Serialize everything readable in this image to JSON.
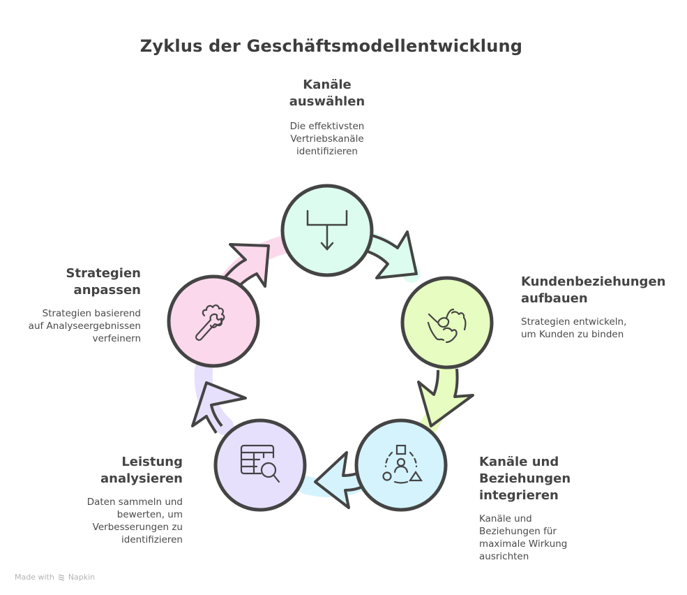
{
  "title": "Zyklus der Geschäftsmodellentwicklung",
  "colors": {
    "stroke": "#444444",
    "mint": "#dcfcef",
    "lime": "#e6fcc0",
    "sky": "#d4f3fd",
    "lavender": "#e6e0fc",
    "pink": "#fcd8ec"
  },
  "steps": [
    {
      "id": "kanaele-auswaehlen",
      "title_lines": [
        "Kanäle",
        "auswählen"
      ],
      "desc_lines": [
        "Die effektivsten",
        "Vertriebskanäle",
        "identifizieren"
      ],
      "icon": "funnel-down-icon",
      "color": "#dcfcef"
    },
    {
      "id": "kundenbeziehungen-aufbauen",
      "title_lines": [
        "Kundenbeziehungen",
        "aufbauen"
      ],
      "desc_lines": [
        "Strategien entwickeln,",
        "um Kunden zu binden"
      ],
      "icon": "fist-bump-icon",
      "color": "#e6fcc0"
    },
    {
      "id": "kanaele-beziehungen-integrieren",
      "title_lines": [
        "Kanäle und",
        "Beziehungen",
        "integrieren"
      ],
      "desc_lines": [
        "Kanäle und",
        "Beziehungen für",
        "maximale Wirkung",
        "ausrichten"
      ],
      "icon": "user-shapes-cycle-icon",
      "color": "#d4f3fd"
    },
    {
      "id": "leistung-analysieren",
      "title_lines": [
        "Leistung",
        "analysieren"
      ],
      "desc_lines": [
        "Daten sammeln und",
        "bewerten, um",
        "Verbesserungen zu",
        "identifizieren"
      ],
      "icon": "table-search-icon",
      "color": "#e6e0fc"
    },
    {
      "id": "strategien-anpassen",
      "title_lines": [
        "Strategien",
        "anpassen"
      ],
      "desc_lines": [
        "Strategien basierend",
        "auf Analyseergebnissen",
        "verfeinern"
      ],
      "icon": "gear-wrench-icon",
      "color": "#fcd8ec"
    }
  ],
  "footer": {
    "text": "Made with",
    "brand": "Napkin"
  }
}
